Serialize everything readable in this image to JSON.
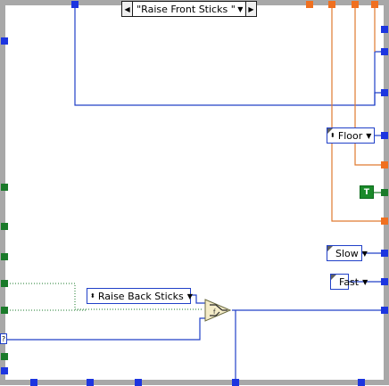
{
  "case_structure": {
    "selector_label": "\"Raise Front Sticks \"",
    "decrement_icon": "triangle-left-icon",
    "increment_icon": "triangle-right-icon",
    "dropdown_icon": "triangle-down-icon"
  },
  "rings": {
    "floor": {
      "label": "Floor"
    },
    "slow": {
      "label": "Slow"
    },
    "fast": {
      "label": "Fast"
    },
    "raise_back_sticks": {
      "label": "Raise Back Sticks"
    }
  },
  "boolean_constant": {
    "label": "T"
  },
  "unwired_indicator": {
    "label": "?"
  },
  "colors": {
    "structure_border": "#a8a8a8",
    "numeric_wire": "#2040c8",
    "string_wire": "#e07a30",
    "boolean_wire": "#0a6a1a",
    "tunnel_numeric": "#1c35e0",
    "tunnel_orange": "#f07020",
    "tunnel_green": "#1a7a2a"
  }
}
